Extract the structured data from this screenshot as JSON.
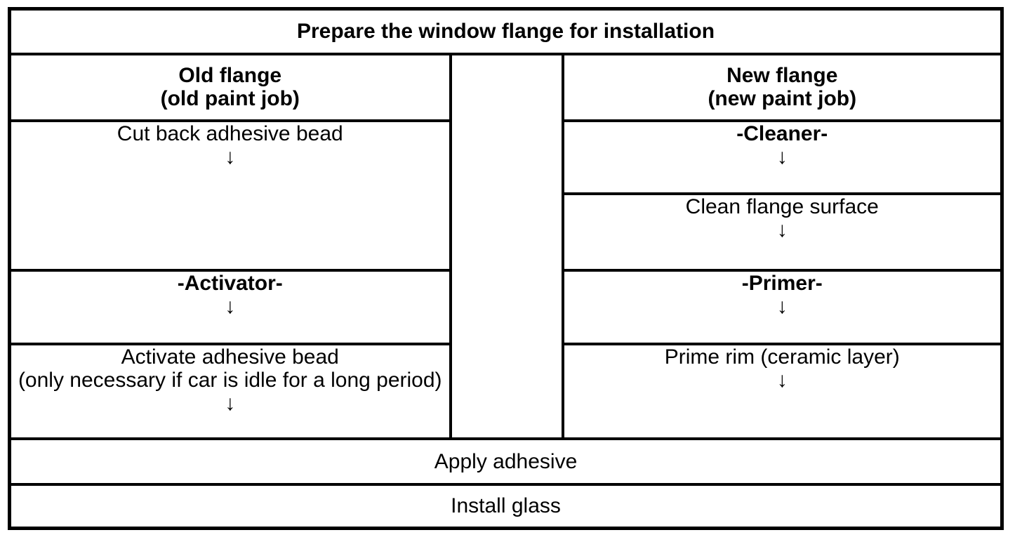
{
  "diagram": {
    "title": "Prepare the window flange for installation",
    "arrow_glyph": "↓",
    "colors": {
      "line": "#000000",
      "text": "#000000",
      "background": "#ffffff"
    },
    "left_column": {
      "header_line1": "Old flange",
      "header_line2": "(old paint job)",
      "steps": {
        "cut_back": "Cut back adhesive bead",
        "activator": "-Activator-",
        "activate_line1": "Activate adhesive bead",
        "activate_line2": "(only necessary if car is idle for a long period)"
      }
    },
    "right_column": {
      "header_line1": "New flange",
      "header_line2": "(new paint job)",
      "steps": {
        "cleaner": "-Cleaner-",
        "clean_surface": "Clean flange surface",
        "primer": "-Primer-",
        "prime_rim": "Prime rim (ceramic layer)"
      }
    },
    "footer": {
      "apply": "Apply adhesive",
      "install": "Install glass"
    }
  }
}
